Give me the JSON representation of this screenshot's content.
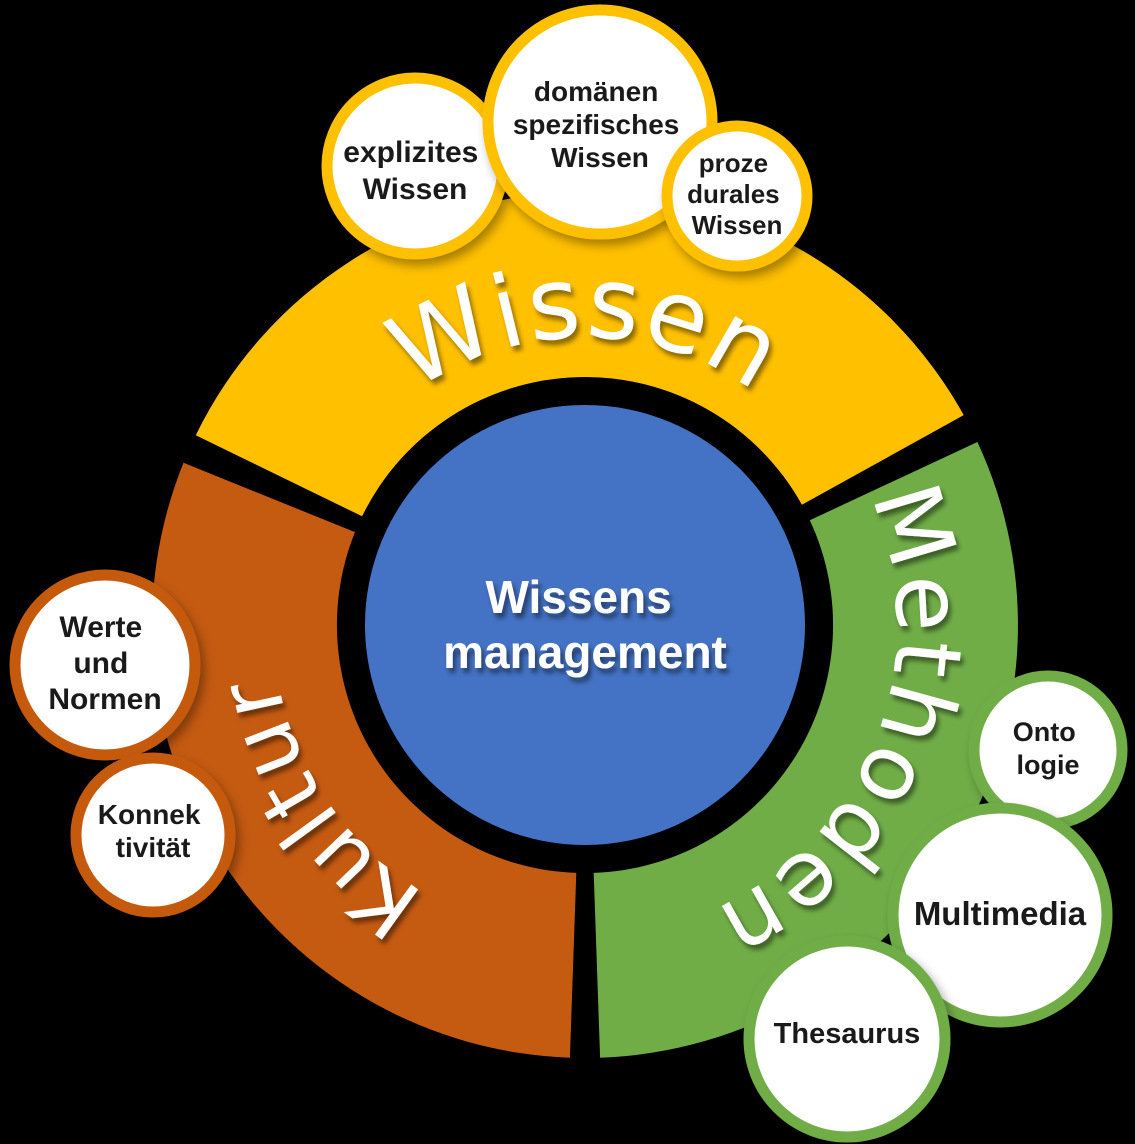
{
  "diagram_title": "Wissensmanagement",
  "background_color": "#000000",
  "center": {
    "label_line1": "Wissens",
    "label_line2": "management",
    "color": "#4472C4",
    "text_color": "#FFFFFF"
  },
  "arcs": {
    "wissen": {
      "label": "Wissen",
      "color": "#FFC000"
    },
    "methoden": {
      "label": "Methoden",
      "color": "#70AD47"
    },
    "kultur": {
      "label": "Kultur",
      "color": "#C55A11"
    }
  },
  "satellites": {
    "explizites": {
      "lines": [
        "explizites",
        "Wissen"
      ],
      "border_color": "#FFC000"
    },
    "domaenen": {
      "lines": [
        "domänen",
        "spezifisches",
        "Wissen"
      ],
      "border_color": "#FFC000"
    },
    "prozedurales": {
      "lines": [
        "proze",
        "durales",
        "Wissen"
      ],
      "border_color": "#FFC000"
    },
    "ontologie": {
      "lines": [
        "Onto",
        "logie"
      ],
      "border_color": "#70AD47"
    },
    "multimedia": {
      "lines": [
        "Multimedia"
      ],
      "border_color": "#70AD47"
    },
    "thesaurus": {
      "lines": [
        "Thesaurus"
      ],
      "border_color": "#70AD47"
    },
    "werte_normen": {
      "lines": [
        "Werte",
        "und",
        "Normen"
      ],
      "border_color": "#C55A11"
    },
    "konnektivitaet": {
      "lines": [
        "Konnek",
        "tivität"
      ],
      "border_color": "#C55A11"
    }
  }
}
